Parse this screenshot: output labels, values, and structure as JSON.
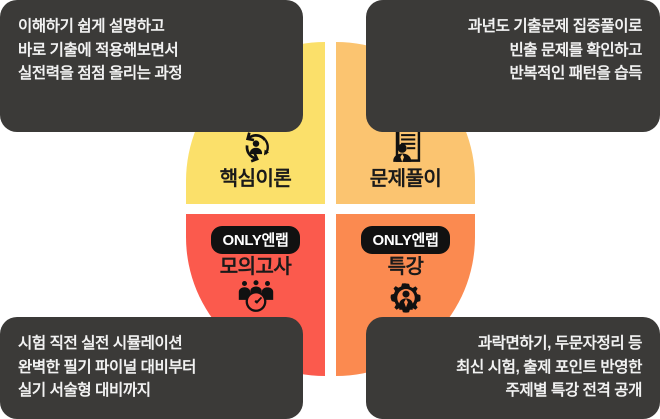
{
  "diagram": {
    "type": "four-quadrant-cycle-wheel",
    "palette": {
      "quadrant_top_left": "#FBE06A",
      "quadrant_top_right": "#FBC470",
      "quadrant_bottom_left": "#FB5A4D",
      "quadrant_bottom_right": "#FB8A50",
      "box_background": "#3B3A38",
      "box_text": "#F2F2F2",
      "badge_background": "#111111",
      "badge_text": "#FFFFFF",
      "label_text": "#1A1A1A",
      "page_background": "#FFFFFF"
    },
    "quadrants": [
      {
        "position": "top-left",
        "label": "핵심이론",
        "icon": "person-in-refresh-cycle-icon",
        "badge": null,
        "description": "이해하기 쉽게 설명하고\n바로 기출에 적용해보면서\n실전력을 점점 올리는 과정"
      },
      {
        "position": "top-right",
        "label": "문제풀이",
        "icon": "person-with-document-icon",
        "badge": null,
        "description": "과년도 기출문제 집중풀이로\n빈출 문제를 확인하고\n반복적인 패턴을 습득"
      },
      {
        "position": "bottom-left",
        "label": "모의고사",
        "icon": "three-people-with-stopwatch-icon",
        "badge": "ONLY엔랩",
        "description": "시험 직전 실전 시뮬레이션\n완벽한 필기 파이널 대비부터\n실기 서술형 대비까지"
      },
      {
        "position": "bottom-right",
        "label": "특강",
        "icon": "person-in-gear-icon",
        "badge": "ONLY엔랩",
        "description": "과락면하기, 두문자정리 등\n최신 시험, 출제 포인트 반영한\n주제별 특강 전격 공개"
      }
    ]
  }
}
